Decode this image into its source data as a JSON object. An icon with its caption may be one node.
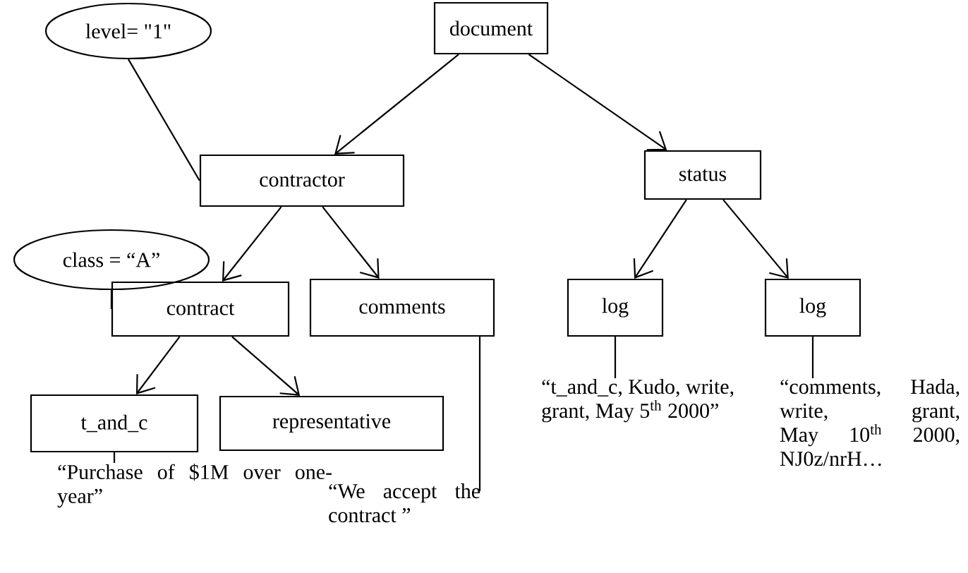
{
  "diagram": {
    "nodes": [
      {
        "text": [
          "document"
        ]
      },
      {
        "text": [
          "level= \"1\""
        ]
      },
      {
        "text": [
          "contractor"
        ]
      },
      {
        "text": [
          "status"
        ]
      },
      {
        "text": [
          "class = “A”"
        ]
      },
      {
        "text": [
          "contract"
        ]
      },
      {
        "text": [
          "comments"
        ]
      },
      {
        "text": [
          "log"
        ]
      },
      {
        "text": [
          "log"
        ]
      },
      {
        "text": [
          "t_and_c"
        ]
      },
      {
        "text": [
          "representative"
        ]
      },
      {
        "text": [
          "“Purchase of $1M over one-year”"
        ]
      },
      {
        "text": [
          "“We accept the contract ”"
        ]
      },
      {
        "text": [
          "“t_and_c, Kudo, write, grant, May 5$^{th}$ 2000”"
        ]
      },
      {
        "text": [
          "“comments, Hada, write, grant, May 10$^{th}$ 2000, NJ0z/nrH…"
        ]
      }
    ],
    "edges": [
      {
        "from": 0,
        "to": 2,
        "arrow": "to"
      },
      {
        "from": 0,
        "to": 3,
        "arrow": "to"
      },
      {
        "from": 1,
        "to": 2,
        "arrow": "none"
      },
      {
        "from": 2,
        "to": 5,
        "arrow": "to"
      },
      {
        "from": 2,
        "to": 6,
        "arrow": "to"
      },
      {
        "from": 4,
        "to": 5,
        "arrow": "none"
      },
      {
        "from": 3,
        "to": 7,
        "arrow": "to"
      },
      {
        "from": 3,
        "to": 8,
        "arrow": "to"
      },
      {
        "from": 5,
        "to": 9,
        "arrow": "to"
      },
      {
        "from": 5,
        "to": 10,
        "arrow": "to"
      },
      {
        "from": 9,
        "to": 11,
        "arrow": "none"
      },
      {
        "from": 6,
        "to": 12,
        "arrow": "none"
      },
      {
        "from": 7,
        "to": 13,
        "arrow": "none"
      },
      {
        "from": 8,
        "to": 14,
        "arrow": "none"
      }
    ]
  }
}
